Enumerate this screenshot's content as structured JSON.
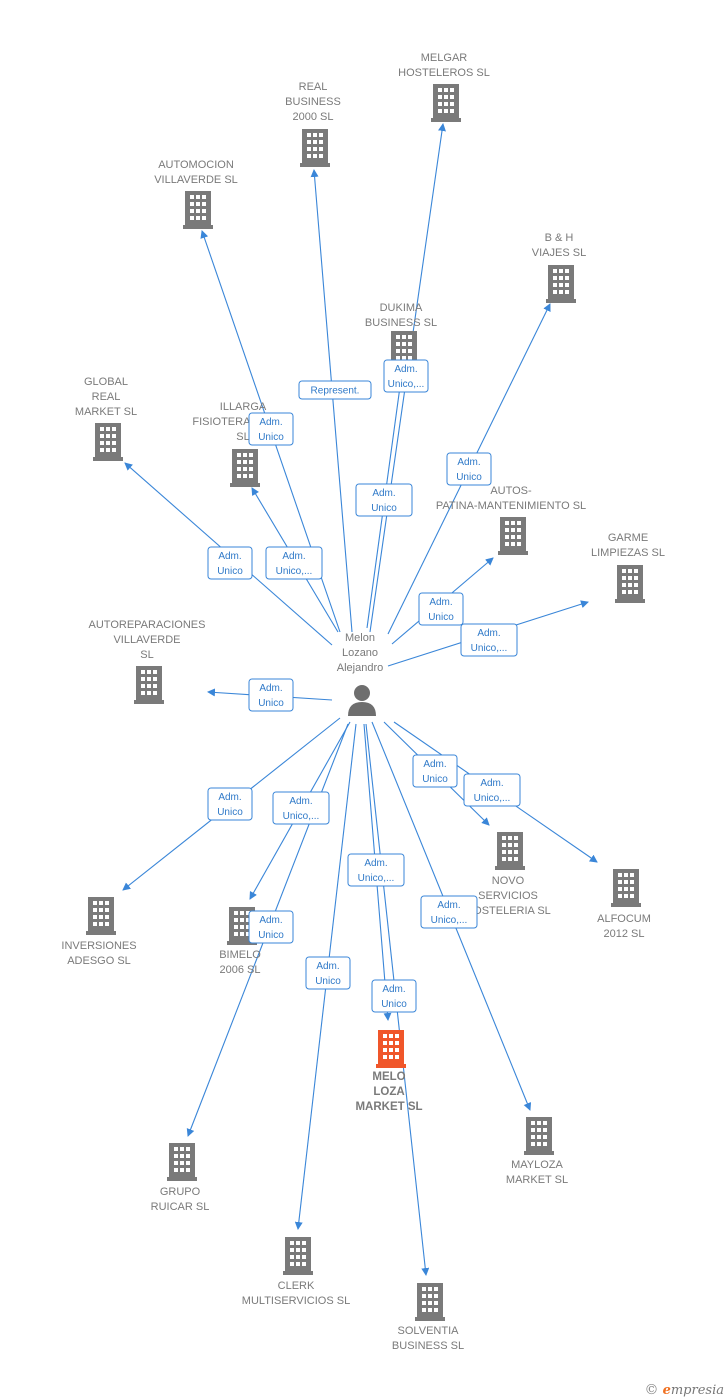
{
  "center": {
    "name_lines": [
      "Melon",
      "Lozano",
      "Alejandro"
    ],
    "icon": "person-icon"
  },
  "colors": {
    "edge": "#3a86d8",
    "building": "#7a7a7a",
    "building_main": "#f0562a",
    "label": "#7a7a7a"
  },
  "companies": [
    {
      "id": "melgar",
      "lines": [
        "MELGAR",
        "HOSTELEROS SL"
      ],
      "icon": "building-icon",
      "relation": [
        "Adm.",
        "Unico,..."
      ]
    },
    {
      "id": "real-business",
      "lines": [
        "REAL",
        "BUSINESS",
        "2000  SL"
      ],
      "icon": "building-icon",
      "relation": [
        "Represent."
      ]
    },
    {
      "id": "automocion",
      "lines": [
        "AUTOMOCION",
        "VILLAVERDE SL"
      ],
      "icon": "building-icon",
      "relation": [
        "Adm.",
        "Unico"
      ]
    },
    {
      "id": "bh-viajes",
      "lines": [
        "B & H",
        "VIAJES  SL"
      ],
      "icon": "building-icon",
      "relation": [
        "Adm.",
        "Unico"
      ]
    },
    {
      "id": "dukima",
      "lines": [
        "DUKIMA",
        "BUSINESS SL"
      ],
      "icon": "building-icon",
      "relation": [
        "Adm.",
        "Unico"
      ]
    },
    {
      "id": "global-real",
      "lines": [
        "GLOBAL",
        "REAL",
        "MARKET SL"
      ],
      "icon": "building-icon",
      "relation": [
        "Adm.",
        "Unico"
      ]
    },
    {
      "id": "illarga",
      "lines": [
        "ILLARGA",
        "FISIOTERAPEUTAS",
        "SL"
      ],
      "icon": "building-icon",
      "relation": [
        "Adm.",
        "Unico,..."
      ]
    },
    {
      "id": "autos-patina",
      "lines": [
        "AUTOS-",
        "PATINA-MANTENIMIENTO SL"
      ],
      "icon": "building-icon",
      "relation": [
        "Adm.",
        "Unico"
      ]
    },
    {
      "id": "garme",
      "lines": [
        "GARME",
        "LIMPIEZAS  SL"
      ],
      "icon": "building-icon",
      "relation": [
        "Adm.",
        "Unico,..."
      ]
    },
    {
      "id": "autoreparaciones",
      "lines": [
        "AUTOREPARACIONES",
        "VILLAVERDE",
        "SL"
      ],
      "icon": "building-icon",
      "relation": [
        "Adm.",
        "Unico"
      ]
    },
    {
      "id": "inversiones",
      "lines": [
        "INVERSIONES",
        "ADESGO SL"
      ],
      "icon": "building-icon",
      "relation": [
        "Adm.",
        "Unico"
      ]
    },
    {
      "id": "bimelo",
      "lines": [
        "BIMELO",
        "2006  SL"
      ],
      "icon": "building-icon",
      "relation": [
        "Adm.",
        "Unico,..."
      ]
    },
    {
      "id": "grupo-ruicar",
      "lines": [
        "GRUPO",
        "RUICAR SL"
      ],
      "icon": "building-icon",
      "relation": [
        "Adm.",
        "Unico"
      ]
    },
    {
      "id": "novo",
      "lines": [
        "NOVO",
        "SERVICIOS",
        "HOSTELERIA SL"
      ],
      "icon": "building-icon",
      "relation": [
        "Adm.",
        "Unico"
      ]
    },
    {
      "id": "alfocum",
      "lines": [
        "ALFOCUM",
        "2012 SL"
      ],
      "icon": "building-icon",
      "relation": [
        "Adm.",
        "Unico,..."
      ]
    },
    {
      "id": "melo-loza",
      "lines": [
        "MELO",
        "LOZA",
        "MARKET  SL"
      ],
      "icon": "building-icon",
      "main": true,
      "relation": [
        "Adm.",
        "Unico,..."
      ]
    },
    {
      "id": "clerk",
      "lines": [
        "CLERK",
        "MULTISERVICIOS SL"
      ],
      "icon": "building-icon",
      "relation": [
        "Adm.",
        "Unico"
      ]
    },
    {
      "id": "solventia",
      "lines": [
        "SOLVENTIA",
        "BUSINESS SL"
      ],
      "icon": "building-icon",
      "relation": [
        "Adm.",
        "Unico"
      ]
    },
    {
      "id": "mayloza",
      "lines": [
        "MAYLOZA",
        "MARKET  SL"
      ],
      "icon": "building-icon",
      "relation": [
        "Adm.",
        "Unico,..."
      ]
    }
  ],
  "watermark": {
    "copyright": "©",
    "brand_initial": "e",
    "brand_rest": "mpresia"
  }
}
